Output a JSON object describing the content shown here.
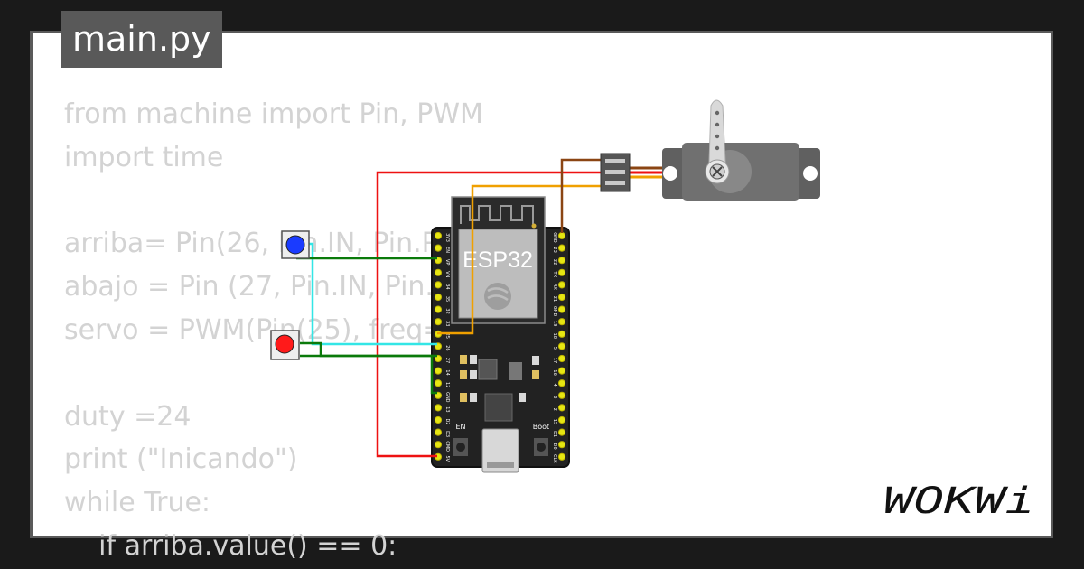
{
  "file_tab": {
    "name": "main.py"
  },
  "code_lines": [
    "from machine import Pin, PWM",
    "import time",
    "",
    "arriba= Pin(26, Pin.IN, Pin.PULL_UP)",
    "abajo = Pin (27, Pin.IN, Pin.PULL_UP)",
    "servo = PWM(Pin(25), freq=50)",
    "",
    "duty =24",
    "print (\"Inicando\")",
    "while True:",
    "    if arriba.value() == 0:"
  ],
  "board": {
    "label": "ESP32",
    "left_pins": [
      "3V3",
      "EN",
      "VP",
      "VN",
      "34",
      "35",
      "32",
      "33",
      "25",
      "26",
      "27",
      "14",
      "12",
      "GND",
      "13",
      "D2",
      "D3",
      "CMD",
      "5V"
    ],
    "right_pins": [
      "GND",
      "23",
      "22",
      "TX",
      "RX",
      "21",
      "GND",
      "19",
      "18",
      "5",
      "17",
      "16",
      "4",
      "0",
      "2",
      "15",
      "D1",
      "D0",
      "CLK"
    ],
    "en_label": "EN",
    "boot_label": "Boot"
  },
  "components": {
    "button_up_color": "#1a3bff",
    "button_down_color": "#ff1a1a"
  },
  "wire_colors": {
    "red": "#ee1111",
    "green": "#0a7a0a",
    "cyan": "#33e6e6",
    "orange": "#f0a000",
    "brown": "#8b4513"
  },
  "logo": {
    "text": "WOKWi"
  }
}
